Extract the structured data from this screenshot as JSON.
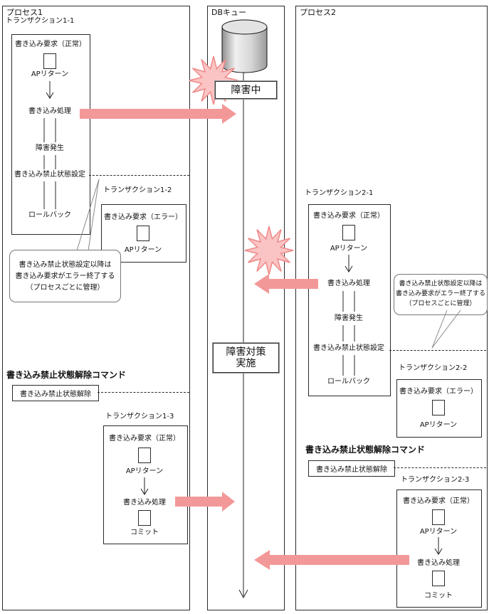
{
  "colors": {
    "arrow_pink": "#f39898",
    "burst_fill": "#fbc4c4",
    "burst_stroke": "#ef8888",
    "frame_line": "#2a2a2a"
  },
  "db_queue": {
    "title": "DBキュー",
    "failure_label": "障害中",
    "countermeasure_line1": "障害対策",
    "countermeasure_line2": "実施"
  },
  "process1": {
    "title": "プロセス1",
    "tx1_title": "トランザクション1-1",
    "tx2_title": "トランザクション1-2",
    "tx3_title": "トランザクション1-3",
    "release_cmd_title": "書き込み禁止状態解除コマンド",
    "release_action": "書き込み禁止状態解除"
  },
  "process2": {
    "title": "プロセス2",
    "tx1_title": "トランザクション2-1",
    "tx2_title": "トランザクション2-2",
    "tx3_title": "トランザクション2-3",
    "release_cmd_title": "書き込み禁止状態解除コマンド",
    "release_action": "書き込み禁止状態解除"
  },
  "steps": {
    "write_req_normal": "書き込み要求（正常）",
    "write_req_error": "書き込み要求（エラー）",
    "ap_return": "APリターン",
    "write_process": "書き込み処理",
    "failure_occurs": "障害発生",
    "prohibit_set": "書き込み禁止状態設定",
    "rollback": "ロールバック",
    "commit": "コミット"
  },
  "note": {
    "line1": "書き込み禁止状態設定以降は",
    "line2": "書き込み要求がエラー終了する",
    "line3": "（プロセスごとに管理）"
  },
  "icons": {
    "database": "database-cylinder-icon",
    "failure_burst": "failure-burst-icon",
    "flow_arrow": "data-flow-arrow-icon",
    "down_arrow": "down-arrow-icon"
  }
}
